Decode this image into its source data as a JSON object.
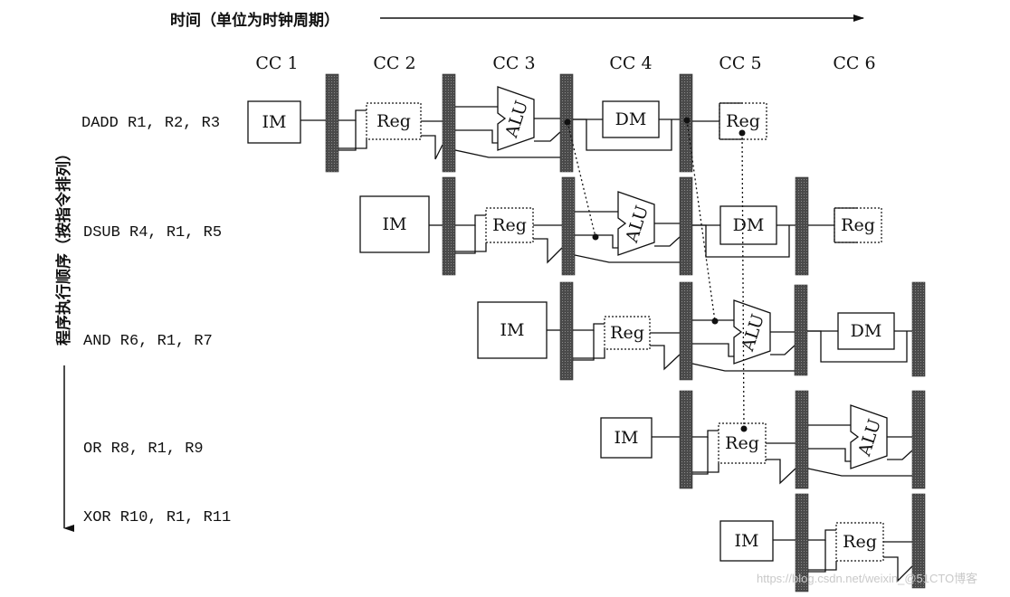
{
  "header": {
    "time_axis_label": "时间（单位为时钟周期）",
    "order_axis_label": "程序执行顺序（按指令排列）"
  },
  "clock_cycles": [
    "CC 1",
    "CC 2",
    "CC 3",
    "CC 4",
    "CC 5",
    "CC 6"
  ],
  "instructions": [
    {
      "text": "DADD R1, R2, R3"
    },
    {
      "text": "DSUB R4, R1, R5"
    },
    {
      "text": "AND R6, R1, R7"
    },
    {
      "text": "OR R8, R1, R9"
    },
    {
      "text": "XOR R10, R1, R11"
    }
  ],
  "stages": {
    "im": "IM",
    "reg": "Reg",
    "alu": "ALU",
    "dm": "DM"
  },
  "watermark": "https://blog.csdn.net/weixin_@51CTO博客",
  "colors": {
    "latch": "#4a4a4a",
    "line": "#111111",
    "bg": "#ffffff"
  }
}
